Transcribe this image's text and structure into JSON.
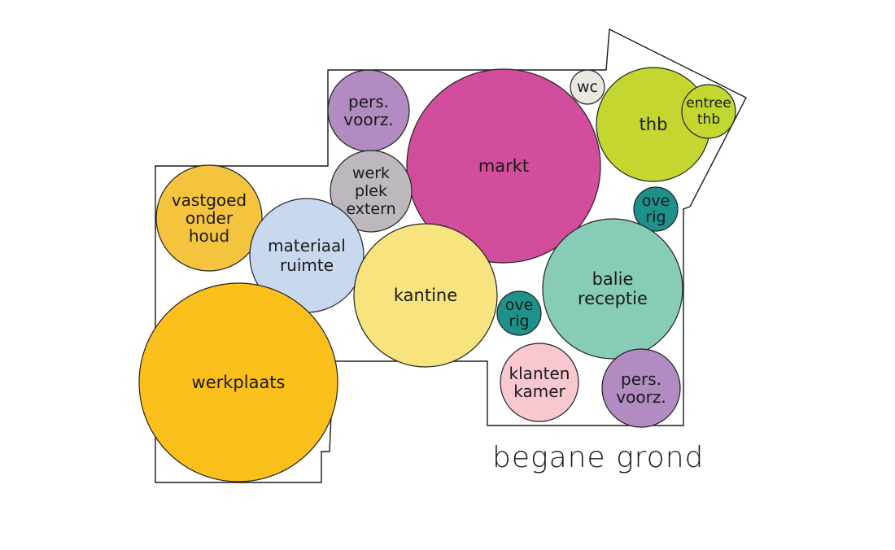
{
  "caption": "begane grond",
  "colors": {
    "outline": "#1a1a1a",
    "bubble_stroke": "#222222",
    "text": "#1a1a1a"
  },
  "rooms": [
    {
      "id": "pers-voorz-top",
      "label": [
        "pers.",
        "voorz."
      ],
      "color": "#b18bc2"
    },
    {
      "id": "markt",
      "label": [
        "markt"
      ],
      "color": "#d24d9b"
    },
    {
      "id": "wc",
      "label": [
        "wc"
      ],
      "color": "#ebe8e1"
    },
    {
      "id": "thb",
      "label": [
        "thb"
      ],
      "color": "#c4d630"
    },
    {
      "id": "entree-thb",
      "label": [
        "entree",
        "thb"
      ],
      "color": "#c4d630"
    },
    {
      "id": "werkplek-extern",
      "label": [
        "werk",
        "plek",
        "extern"
      ],
      "color": "#bdb8bd"
    },
    {
      "id": "vastgoed-onderhoud",
      "label": [
        "vastgoed",
        "onder",
        "houd"
      ],
      "color": "#f5c43e"
    },
    {
      "id": "overig-top",
      "label": [
        "ove",
        "rig"
      ],
      "color": "#1d918a"
    },
    {
      "id": "materiaal-ruimte",
      "label": [
        "materiaal",
        "ruimte"
      ],
      "color": "#c8d8ee"
    },
    {
      "id": "kantine",
      "label": [
        "kantine"
      ],
      "color": "#f8e47e"
    },
    {
      "id": "balie-receptie",
      "label": [
        "balie",
        "receptie"
      ],
      "color": "#87ccb6"
    },
    {
      "id": "overig-mid",
      "label": [
        "ove",
        "rig"
      ],
      "color": "#1d918a"
    },
    {
      "id": "werkplaats",
      "label": [
        "werkplaats"
      ],
      "color": "#fcc01c"
    },
    {
      "id": "klantenkamer",
      "label": [
        "klanten",
        "kamer"
      ],
      "color": "#f8c7cf"
    },
    {
      "id": "pers-voorz-bottom",
      "label": [
        "pers.",
        "voorz."
      ],
      "color": "#b18bc2"
    }
  ]
}
